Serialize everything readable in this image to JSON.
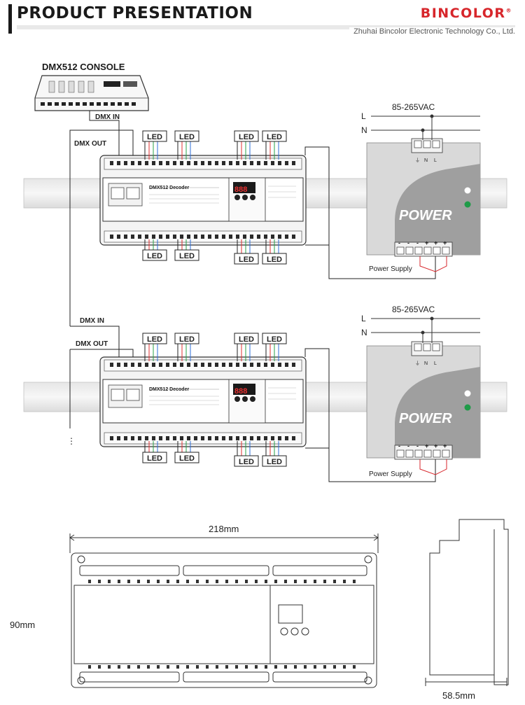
{
  "header": {
    "title": "PRODUCT PRESENTATION",
    "brand": "BINCOLOR",
    "company": "Zhuhai Bincolor Electronic Technology Co., Ltd."
  },
  "console": {
    "label": "DMX512 CONSOLE"
  },
  "wiring": {
    "dmx_in": "DMX IN",
    "dmx_out": "DMX OUT",
    "led": "LED",
    "ac_input": "85-265VAC",
    "line_l": "L",
    "line_n": "N",
    "power_supply": "Power Supply",
    "power_text": "POWER",
    "continuation": "⋮"
  },
  "decoder": {
    "name": "DMX512 Decoder",
    "display": "888"
  },
  "psu": {
    "terminal_top": [
      "⏚",
      "N",
      "L"
    ],
    "terminal_bottom": [
      "-",
      "-",
      "-",
      "+",
      "+",
      "+"
    ]
  },
  "dimensions": {
    "width": "218mm",
    "height": "90mm",
    "depth": "58.5mm"
  }
}
